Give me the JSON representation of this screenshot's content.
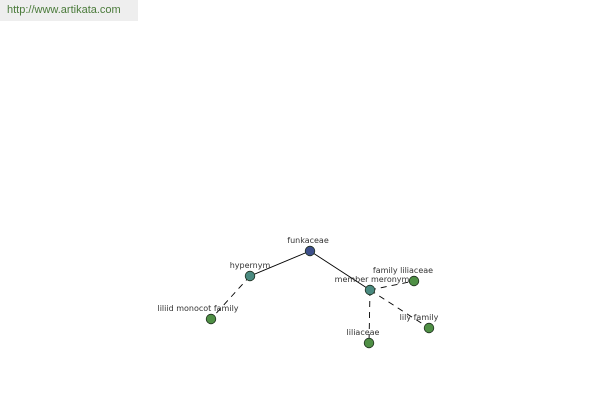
{
  "header": {
    "url": "http://www.artikata.com"
  },
  "colors": {
    "root": "#3d4f8a",
    "relation": "#4a8a80",
    "leaf": "#4f8f45",
    "edge": "#000000"
  },
  "graph": {
    "nodes": [
      {
        "id": "funkaceae",
        "label": "funkaceae",
        "kind": "root"
      },
      {
        "id": "hypernym",
        "label": "hypernym",
        "kind": "relation"
      },
      {
        "id": "member-meronym",
        "label": "member meronym",
        "kind": "relation"
      },
      {
        "id": "liliid-monocot-family",
        "label": "liliid monocot family",
        "kind": "leaf"
      },
      {
        "id": "family-liliaceae",
        "label": "family liliaceae",
        "kind": "leaf"
      },
      {
        "id": "lily-family",
        "label": "lily family",
        "kind": "leaf"
      },
      {
        "id": "liliaceae",
        "label": "liliaceae",
        "kind": "leaf"
      }
    ],
    "edges": [
      {
        "from": "funkaceae",
        "to": "hypernym",
        "style": "solid"
      },
      {
        "from": "funkaceae",
        "to": "member-meronym",
        "style": "solid"
      },
      {
        "from": "hypernym",
        "to": "liliid-monocot-family",
        "style": "dashed"
      },
      {
        "from": "member-meronym",
        "to": "family-liliaceae",
        "style": "dashed"
      },
      {
        "from": "member-meronym",
        "to": "lily-family",
        "style": "dashed"
      },
      {
        "from": "member-meronym",
        "to": "liliaceae",
        "style": "dashed"
      }
    ]
  }
}
